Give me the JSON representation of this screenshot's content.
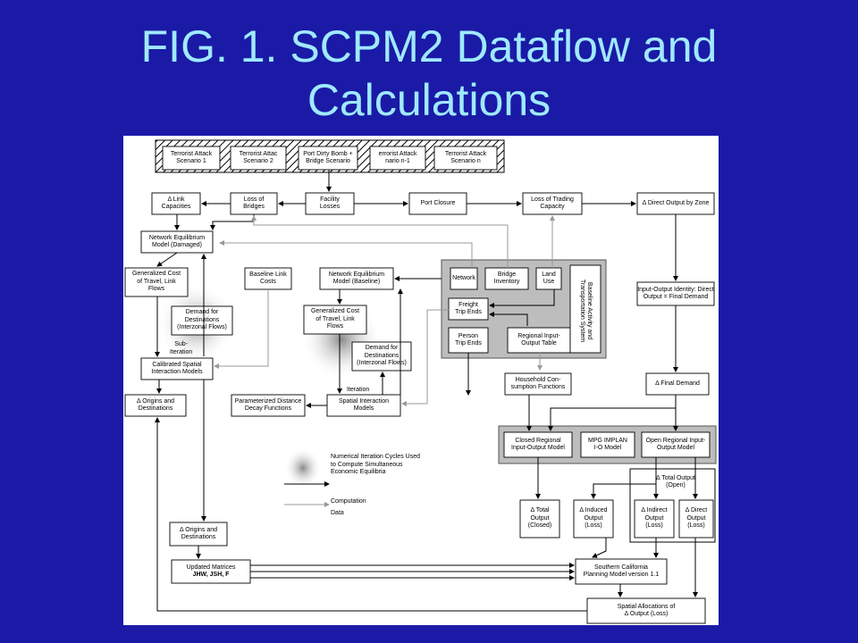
{
  "slide": {
    "title_line1": "FIG. 1.  SCPM2 Dataflow and",
    "title_line2": "Calculations"
  },
  "nodes": {
    "scenario1": "Terrorist Attack\nScenario 1",
    "scenario2": "Terrorist Attac\nScenario 2",
    "port_dirty_bomb": "Port Dirty Bomb +\nBridge Scenario",
    "scenario_n1": "errorist Attack\nnario n-1",
    "scenario_n": "Terrorist Attack\nScenario n",
    "link_capacities": "Δ Link\nCapacities",
    "loss_of_bridges": "Loss of\nBridges",
    "facility_losses": "Facility\nLosses",
    "port_closure": "Port Closure",
    "loss_of_trading": "Loss of Trading\nCapacity",
    "direct_output_zone": "Δ Direct Output by Zone",
    "net_eq_damaged": "Network Equilibrium\nModel (Damaged)",
    "gen_cost_left": "Generalized Cost\nof Travel, Link\nFlows",
    "baseline_link_costs": "Baseline Link\nCosts",
    "net_eq_baseline": "Network Equilibrium\nModel (Baseline)",
    "network": "Network",
    "bridge_inventory": "Bridge\nInventory",
    "land_use": "Land\nUse",
    "baseline_activity": "Baseline Activity and\nTransportation System",
    "io_identity": "Input-Output Identity: Direct\nOutput = Final Demand",
    "demand_dest_left": "Demand for\nDestinations\n(Interzonal Flows)",
    "gen_cost_mid": "Generalized Cost\nof Travel, Link\nFlows",
    "freight_trip_ends": "Freight\nTrip Ends",
    "person_trip_ends": "Person\nTrip Ends",
    "regional_io_table": "Regional Input-\nOutput Table",
    "sub_iteration": "Sub-\nIteration",
    "calibrated_si": "Calibrated Spatial\nInteraction Models",
    "demand_dest_mid": "Demand for\nDestinations\n(Interzonal Flows)",
    "origins_dest_top": "Δ Origins and\nDestinations",
    "param_distance": "Parameterized Distance\nDecay Functions",
    "iteration": "Iteration",
    "spatial_interaction": "Spatial Interaction\nModels",
    "household_consumption": "Household Con-\nsumption Functions",
    "final_demand": "Δ Final Demand",
    "closed_regional": "Closed Regional\nInput-Output Model",
    "mpg_implan": "MPG IMPLAN\nI-O Model",
    "open_regional": "Open Regional Input-\nOutput Model",
    "total_output_open": "Δ Total Output\n(Open)",
    "total_output_closed": "Δ Total\nOutput\n(Closed)",
    "induced_output": "Δ Induced\nOutput\n(Loss)",
    "indirect_output": "Δ Indirect\nOutput\n(Loss)",
    "direct_output": "Δ Direct\nOutput\n(Loss)",
    "origins_dest_bottom": "Δ Origins and\nDestinations",
    "updated_matrices_1": "Updated Matrices",
    "updated_matrices_2": "JHW, JSH, F",
    "scpm": "Southern California\nPlanning Model version 1.1",
    "spatial_allocations": "Spatial Allocations of\nΔ Output (Loss)"
  },
  "legend": {
    "iteration_cycles": "Numerical Iteration Cycles Used\nto Compute Simultaneous\nEconomic Equilibria",
    "computation": "Computation",
    "data": "Data"
  },
  "colors": {
    "background": "#1a1aa6",
    "title": "#9fe9ff",
    "panel_gray": "#bdbdbd",
    "data_arrow": "#999999"
  }
}
